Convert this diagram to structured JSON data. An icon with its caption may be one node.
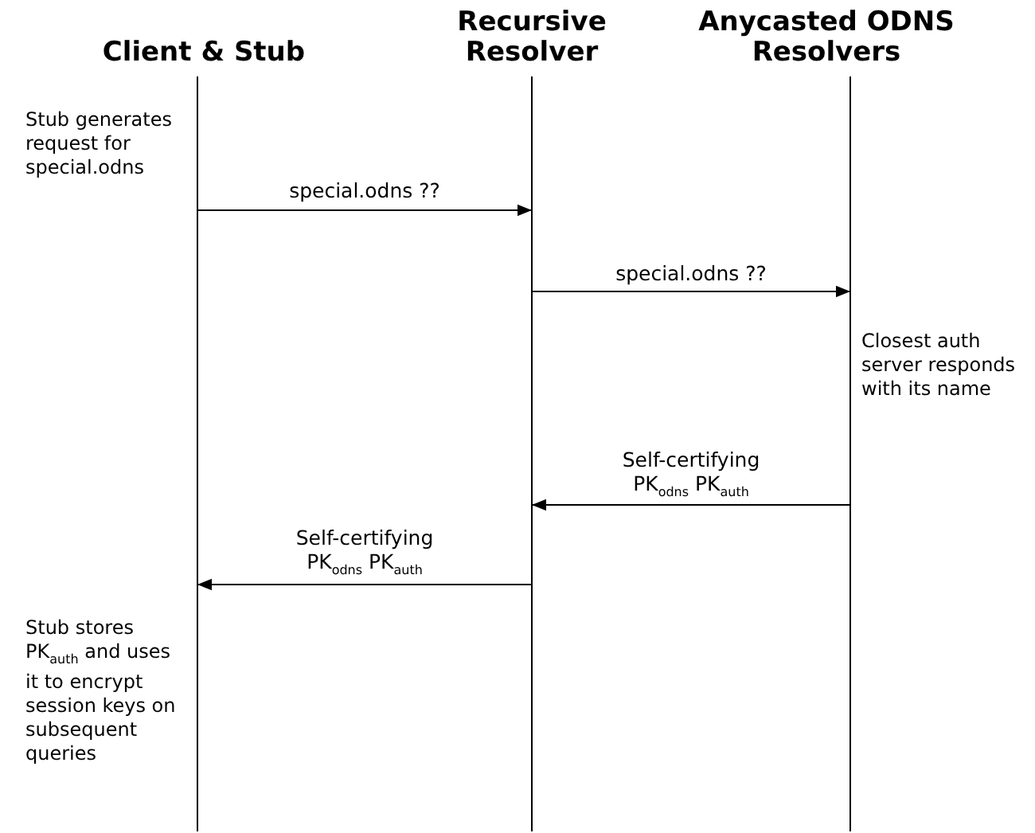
{
  "diagram": {
    "nodes": [
      {
        "text": [
          "Client & Stub"
        ]
      },
      {
        "text": [
          "Recursive Resolver"
        ]
      },
      {
        "text": [
          "Anycasted ODNS Resolvers"
        ]
      }
    ],
    "edges": [
      {
        "from": 0,
        "to": 1,
        "arrow": "to",
        "label": "special.odns  ??"
      },
      {
        "from": 1,
        "to": 2,
        "arrow": "to",
        "label": "special.odns  ??"
      },
      {
        "from": 2,
        "to": 1,
        "arrow": "to",
        "label": "Self-certifying PK$_{odns}$  PK$_{auth}$"
      },
      {
        "from": 1,
        "to": 0,
        "arrow": "to",
        "label": "Self-certifying PK$_{odns}$  PK$_{auth}$"
      }
    ],
    "labels": [
      "Stub generates request for special.odns",
      "Closest auth server responds with its name",
      "Stub stores PK$_{auth}$ and uses it to encrypt session keys on subsequent queries"
    ]
  }
}
